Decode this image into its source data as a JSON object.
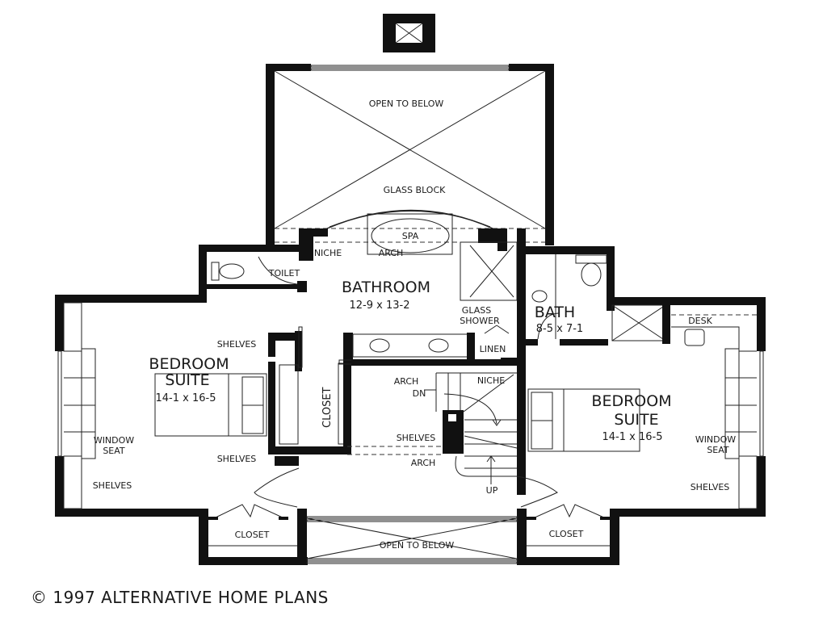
{
  "plan": {
    "copyright": "© 1997 ALTERNATIVE HOME PLANS",
    "rooms": {
      "open_top": "OPEN TO BELOW",
      "glass_block": "GLASS BLOCK",
      "spa": "SPA",
      "niche_top": "NICHE",
      "arch_top": "ARCH",
      "toilet": "TOILET",
      "bathroom": {
        "name": "BATHROOM",
        "size": "12-9 x 13-2"
      },
      "glass_shower_1": "GLASS",
      "glass_shower_2": "SHOWER",
      "linen": "LINEN",
      "bath": {
        "name": "BATH",
        "size": "8-5 x 7-1"
      },
      "desk": "DESK",
      "bedroom_left": {
        "name1": "BEDROOM",
        "name2": "SUITE",
        "size": "14-1 x 16-5"
      },
      "bedroom_right": {
        "name1": "BEDROOM",
        "name2": "SUITE",
        "size": "14-1 x 16-5"
      },
      "shelves_left_top": "SHELVES",
      "shelves_left_mid": "SHELVES",
      "shelves_left_bottom": "SHELVES",
      "window_seat_left_1": "WINDOW",
      "window_seat_left_2": "SEAT",
      "window_seat_right_1": "WINDOW",
      "window_seat_right_2": "SEAT",
      "shelves_right": "SHELVES",
      "closet_center": "CLOSET",
      "arch_mid": "ARCH",
      "dn": "DN",
      "niche_stair": "NICHE",
      "shelves_stair": "SHELVES",
      "arch_bottom": "ARCH",
      "up": "UP",
      "closet_left": "CLOSET",
      "closet_right": "CLOSET",
      "open_bottom": "OPEN TO BELOW"
    }
  }
}
